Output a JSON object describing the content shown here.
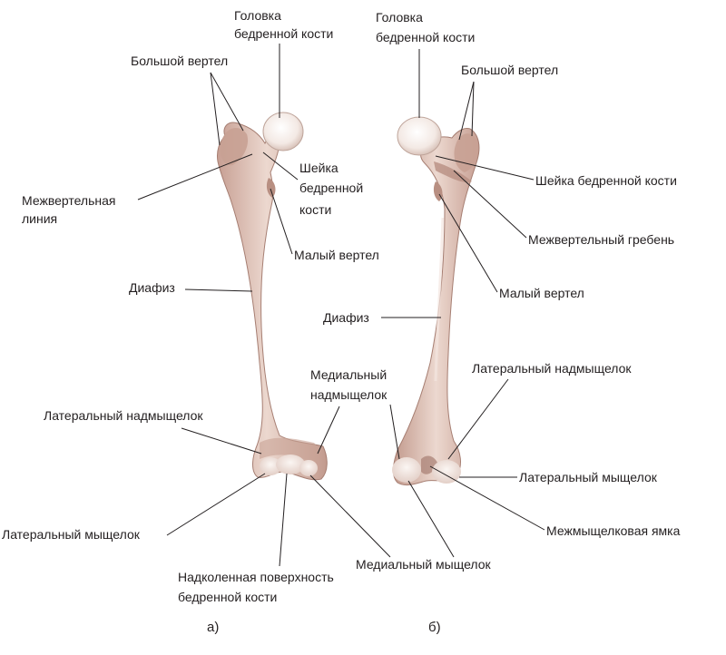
{
  "figure_a": {
    "caption": "а)",
    "labels": {
      "head": [
        "Головка",
        "бедренной кости"
      ],
      "greater_trochanter": "Большой вертел",
      "intertrochanteric_line": [
        "Межвертельная",
        "линия"
      ],
      "neck": [
        "Шейка",
        "бедренной",
        "кости"
      ],
      "lesser_trochanter": "Малый вертел",
      "diaphysis": "Диафиз",
      "medial_epicondyle": [
        "Медиальный",
        "надмыщелок"
      ],
      "lateral_epicondyle": "Латеральный надмыщелок",
      "lateral_condyle": "Латеральный мыщелок",
      "medial_condyle": "Медиальный мыщелок",
      "patellar_surface": [
        "Надколенная поверхность",
        "бедренной кости"
      ]
    }
  },
  "figure_b": {
    "caption": "б)",
    "labels": {
      "head": [
        "Головка",
        "бедренной кости"
      ],
      "greater_trochanter": "Большой вертел",
      "neck": "Шейка бедренной кости",
      "intertrochanteric_crest": "Межвертельный гребень",
      "lesser_trochanter": "Малый вертел",
      "diaphysis": "Диафиз",
      "lateral_epicondyle": "Латеральный надмыщелок",
      "lateral_condyle": "Латеральный мыщелок",
      "intercondylar_fossa": "Межмыщелковая ямка",
      "medial_condyle": "Медиальный мыщелок"
    }
  },
  "colors": {
    "bone_shaft": "#d9b9ad",
    "bone_shadow": "#b88f82",
    "bone_highlight": "#f3e6df",
    "cartilage": "#f7f1ee"
  }
}
